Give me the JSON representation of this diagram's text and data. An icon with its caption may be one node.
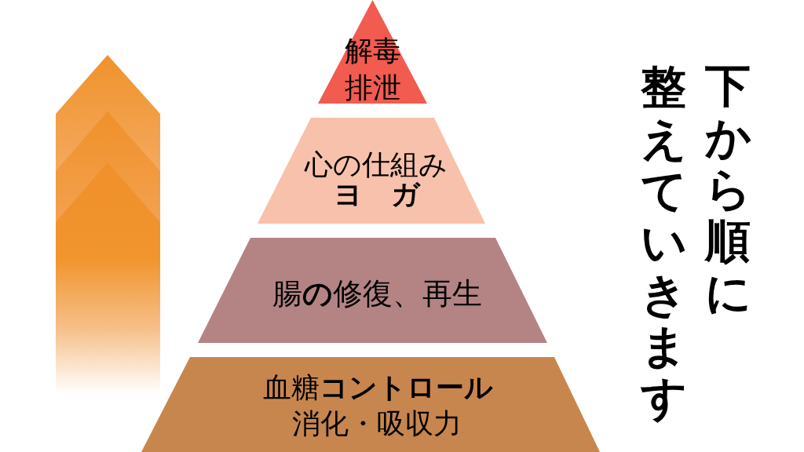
{
  "diagram": {
    "nodes": [
      {
        "text": [
          "解毒",
          "排泄"
        ]
      },
      {
        "text": [
          "心の仕組み",
          "ヨ　ガ"
        ]
      },
      {
        "text": [
          "腸**の**修復、再生"
        ]
      },
      {
        "text": [
          "血糖**コントロール**",
          "消化・吸収力"
        ]
      }
    ],
    "labels": [
      "下から順に",
      "整えていきます"
    ]
  }
}
